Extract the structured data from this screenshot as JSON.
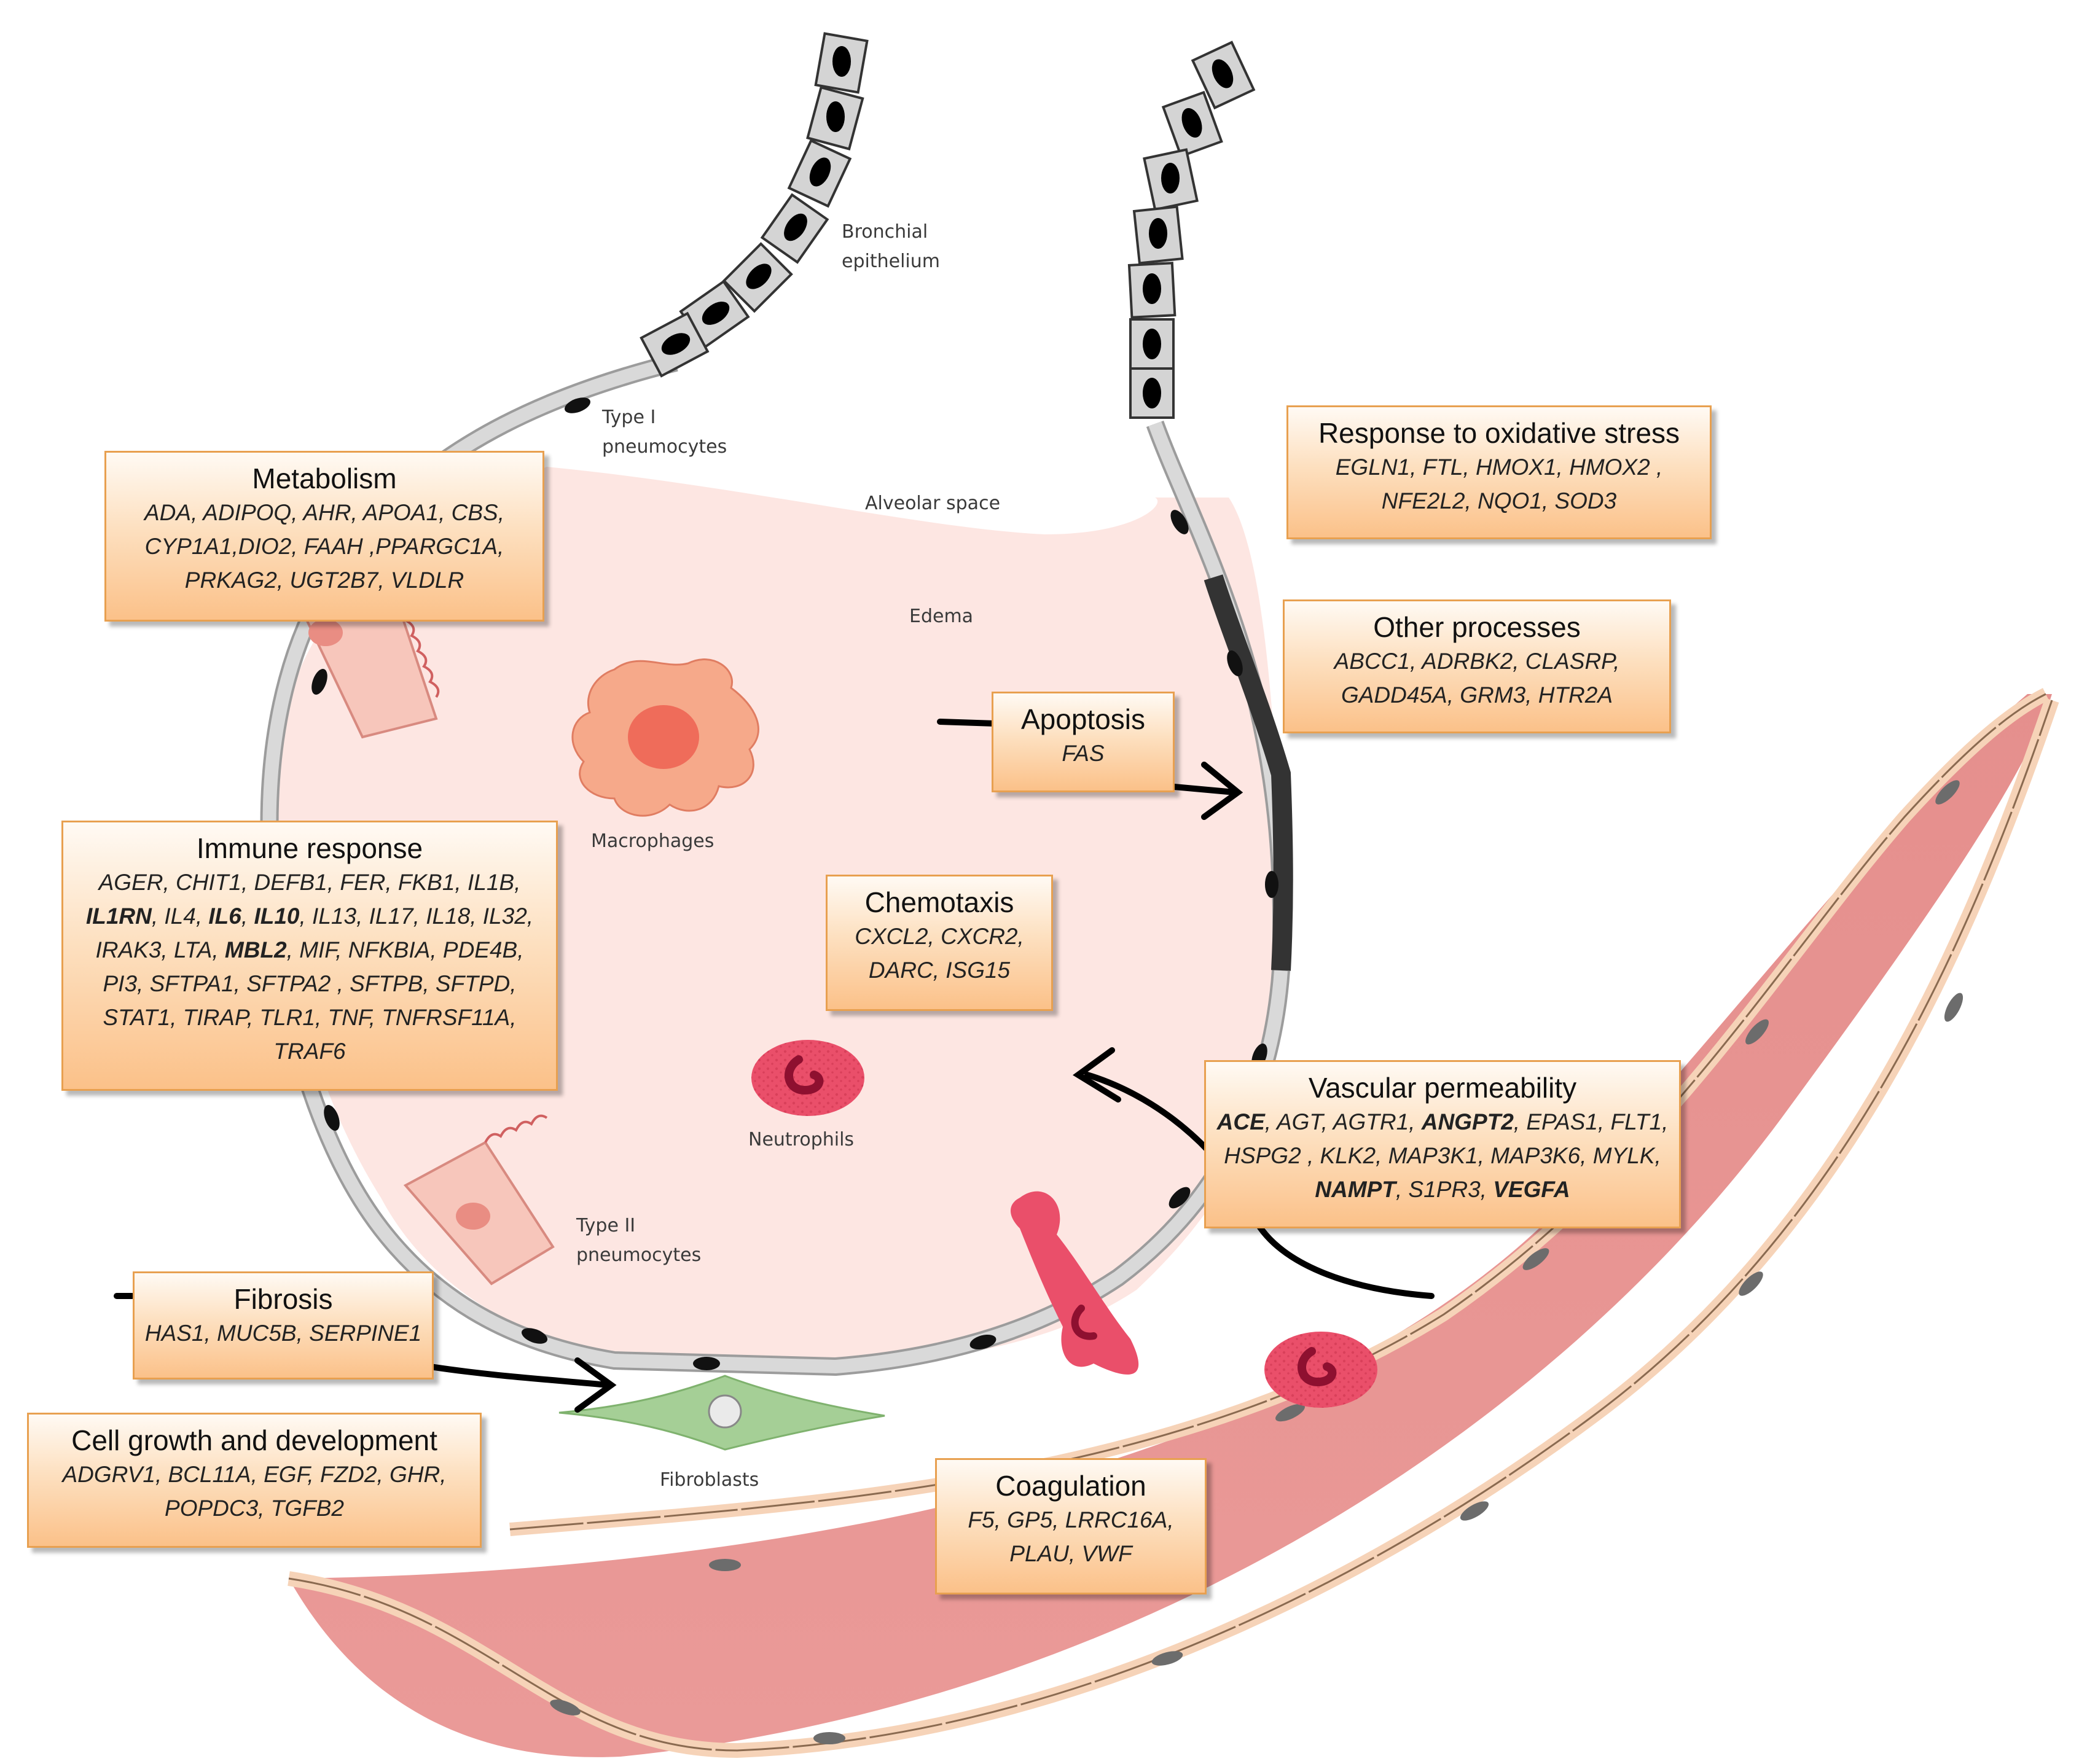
{
  "labels": {
    "bronchial": [
      "Bronchial",
      "epithelium"
    ],
    "type1": [
      "Type I",
      "pneumocytes"
    ],
    "alveolar": "Alveolar  space",
    "edema": "Edema",
    "macrophages": "Macrophages",
    "neutrophils": "Neutrophils",
    "type2": [
      "Type II",
      "pneumocytes"
    ],
    "fibroblasts": "Fibroblasts"
  },
  "boxes": {
    "metabolism": {
      "title": "Metabolism",
      "lines": [
        [
          {
            "t": "ADA, ADIPOQ, AHR, APOA1, CBS,"
          }
        ],
        [
          {
            "t": "CYP1A1,DIO2, FAAH ,PPARGC1A,"
          }
        ],
        [
          {
            "t": "PRKAG2, UGT2B7, VLDLR"
          }
        ]
      ]
    },
    "immune": {
      "title": "Immune response",
      "lines": [
        [
          {
            "t": "AGER, CHIT1, DEFB1, FER, FKB1, IL1B,"
          }
        ],
        [
          {
            "t": "IL1RN",
            "b": true
          },
          {
            "t": ", IL4, "
          },
          {
            "t": "IL6",
            "b": true
          },
          {
            "t": ", "
          },
          {
            "t": "IL10",
            "b": true
          },
          {
            "t": ", IL13, IL17, IL18, IL32,"
          }
        ],
        [
          {
            "t": "IRAK3, LTA, "
          },
          {
            "t": "MBL2",
            "b": true
          },
          {
            "t": ", MIF, NFKBIA, PDE4B,"
          }
        ],
        [
          {
            "t": "PI3, SFTPA1, SFTPA2 , SFTPB, SFTPD,"
          }
        ],
        [
          {
            "t": "STAT1, TIRAP, TLR1, TNF, TNFRSF11A,"
          }
        ],
        [
          {
            "t": "TRAF6"
          }
        ]
      ]
    },
    "fibrosis": {
      "title": "Fibrosis",
      "lines": [
        [
          {
            "t": "HAS1, MUC5B, SERPINE1"
          }
        ]
      ]
    },
    "cellgrowth": {
      "title": "Cell growth and development",
      "lines": [
        [
          {
            "t": "ADGRV1, BCL11A, EGF, FZD2, GHR,"
          }
        ],
        [
          {
            "t": "POPDC3, TGFB2"
          }
        ]
      ]
    },
    "oxidative": {
      "title": "Response to oxidative stress",
      "lines": [
        [
          {
            "t": "EGLN1, FTL, HMOX1, HMOX2 ,"
          }
        ],
        [
          {
            "t": "NFE2L2, NQO1, SOD3"
          }
        ]
      ]
    },
    "other": {
      "title": "Other processes",
      "lines": [
        [
          {
            "t": "ABCC1, ADRBK2, CLASRP,"
          }
        ],
        [
          {
            "t": "GADD45A, GRM3, HTR2A"
          }
        ]
      ]
    },
    "apoptosis": {
      "title": "Apoptosis",
      "lines": [
        [
          {
            "t": "FAS"
          }
        ]
      ]
    },
    "chemotaxis": {
      "title": "Chemotaxis",
      "lines": [
        [
          {
            "t": "CXCL2, CXCR2,"
          }
        ],
        [
          {
            "t": "DARC, ISG15"
          }
        ]
      ]
    },
    "vascular": {
      "title": "Vascular permeability",
      "lines": [
        [
          {
            "t": "ACE",
            "b": true
          },
          {
            "t": ", AGT, AGTR1, "
          },
          {
            "t": "ANGPT2",
            "b": true
          },
          {
            "t": ", EPAS1, FLT1,"
          }
        ],
        [
          {
            "t": "HSPG2 , KLK2, MAP3K1, MAP3K6, MYLK,"
          }
        ],
        [
          {
            "t": "NAMPT",
            "b": true
          },
          {
            "t": ", S1PR3, "
          },
          {
            "t": "VEGFA",
            "b": true
          }
        ]
      ]
    },
    "coagulation": {
      "title": "Coagulation",
      "lines": [
        [
          {
            "t": "F5, GP5, LRRC16A,"
          }
        ],
        [
          {
            "t": "PLAU, VWF"
          }
        ]
      ]
    }
  }
}
